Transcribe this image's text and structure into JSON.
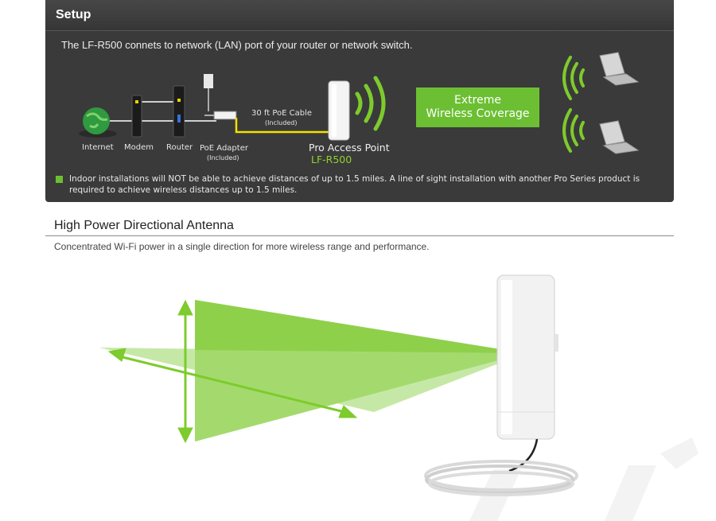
{
  "setup": {
    "title": "Setup",
    "description": "The LF-R500 connets to network (LAN) port of your router or network switch.",
    "labels": {
      "internet": "Internet",
      "modem": "Modem",
      "router": "Router",
      "poe_adapter": "PoE Adapter",
      "poe_adapter_sub": "(Included)",
      "cable": "30 ft PoE Cable",
      "cable_sub": "(Included)",
      "access_point": "Pro Access Point",
      "model": "LF-R500"
    },
    "coverage_line1": "Extreme",
    "coverage_line2": "Wireless Coverage",
    "note": "Indoor installations will NOT be able to achieve distances of up to 1.5 miles. A line of sight installation with another Pro Series product is required to achieve wireless distances up to 1.5 miles.",
    "colors": {
      "panel": "#3a3a3a",
      "accent": "#6cbf33"
    }
  },
  "feature": {
    "title": "High Power Directional Antenna",
    "description": "Concentrated Wi-Fi power in a single direction for more wireless range and performance."
  }
}
